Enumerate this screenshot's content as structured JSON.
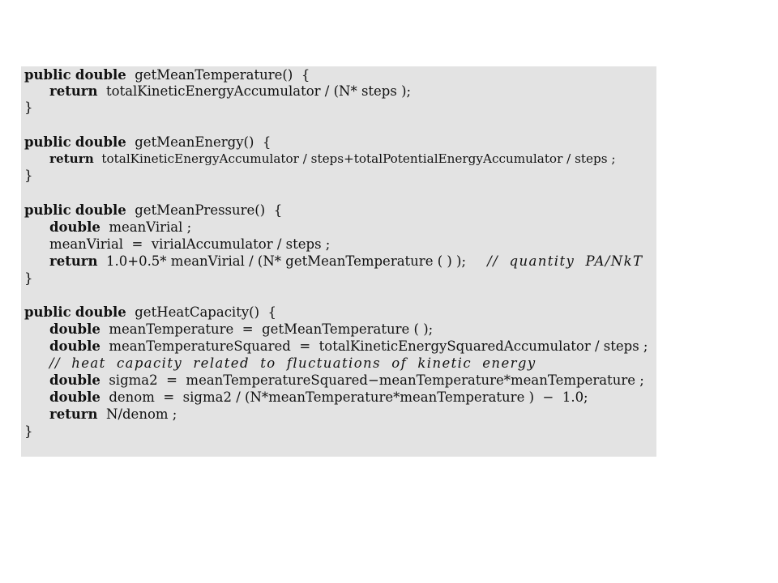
{
  "code": {
    "blocks": [
      {
        "signature": {
          "modifier": "public",
          "type": "double",
          "name": "getMeanTemperature()",
          "brace": "{"
        },
        "lines": [
          {
            "keyword": "return",
            "text": "totalKineticEnergyAccumulator / (N* steps );"
          }
        ],
        "close": "}"
      },
      {
        "signature": {
          "modifier": "public",
          "type": "double",
          "name": "getMeanEnergy()",
          "brace": "{"
        },
        "lines": [
          {
            "keyword": "return",
            "text": "totalKineticEnergyAccumulator / steps+totalPotentialEnergyAccumulator / steps ;"
          }
        ],
        "close": "}"
      },
      {
        "signature": {
          "modifier": "public",
          "type": "double",
          "name": "getMeanPressure()",
          "brace": "{"
        },
        "lines": [
          {
            "keyword": "double",
            "text": "meanVirial ;"
          },
          {
            "keyword": "",
            "text": "meanVirial  =  virialAccumulator / steps ;"
          },
          {
            "keyword": "return",
            "text": "1.0+0.5* meanVirial / (N* getMeanTemperature ( ) );",
            "comment": "//  quantity  PA/NkT"
          }
        ],
        "close": "}"
      },
      {
        "signature": {
          "modifier": "public",
          "type": "double",
          "name": "getHeatCapacity()",
          "brace": "{"
        },
        "lines": [
          {
            "keyword": "double",
            "text": "meanTemperature  =  getMeanTemperature ( );"
          },
          {
            "keyword": "double",
            "text": "meanTemperatureSquared  =  totalKineticEnergySquaredAccumulator / steps ;"
          },
          {
            "keyword": "",
            "text": "",
            "comment": "//  heat  capacity  related  to  fluctuations  of  kinetic  energy"
          },
          {
            "keyword": "double",
            "text": "sigma2  =  meanTemperatureSquared−meanTemperature*meanTemperature ;"
          },
          {
            "keyword": "double",
            "text": "denom  =  sigma2 / (N*meanTemperature*meanTemperature )  −  1.0;"
          },
          {
            "keyword": "return",
            "text": "N/denom ;"
          }
        ],
        "close": "}"
      }
    ]
  }
}
